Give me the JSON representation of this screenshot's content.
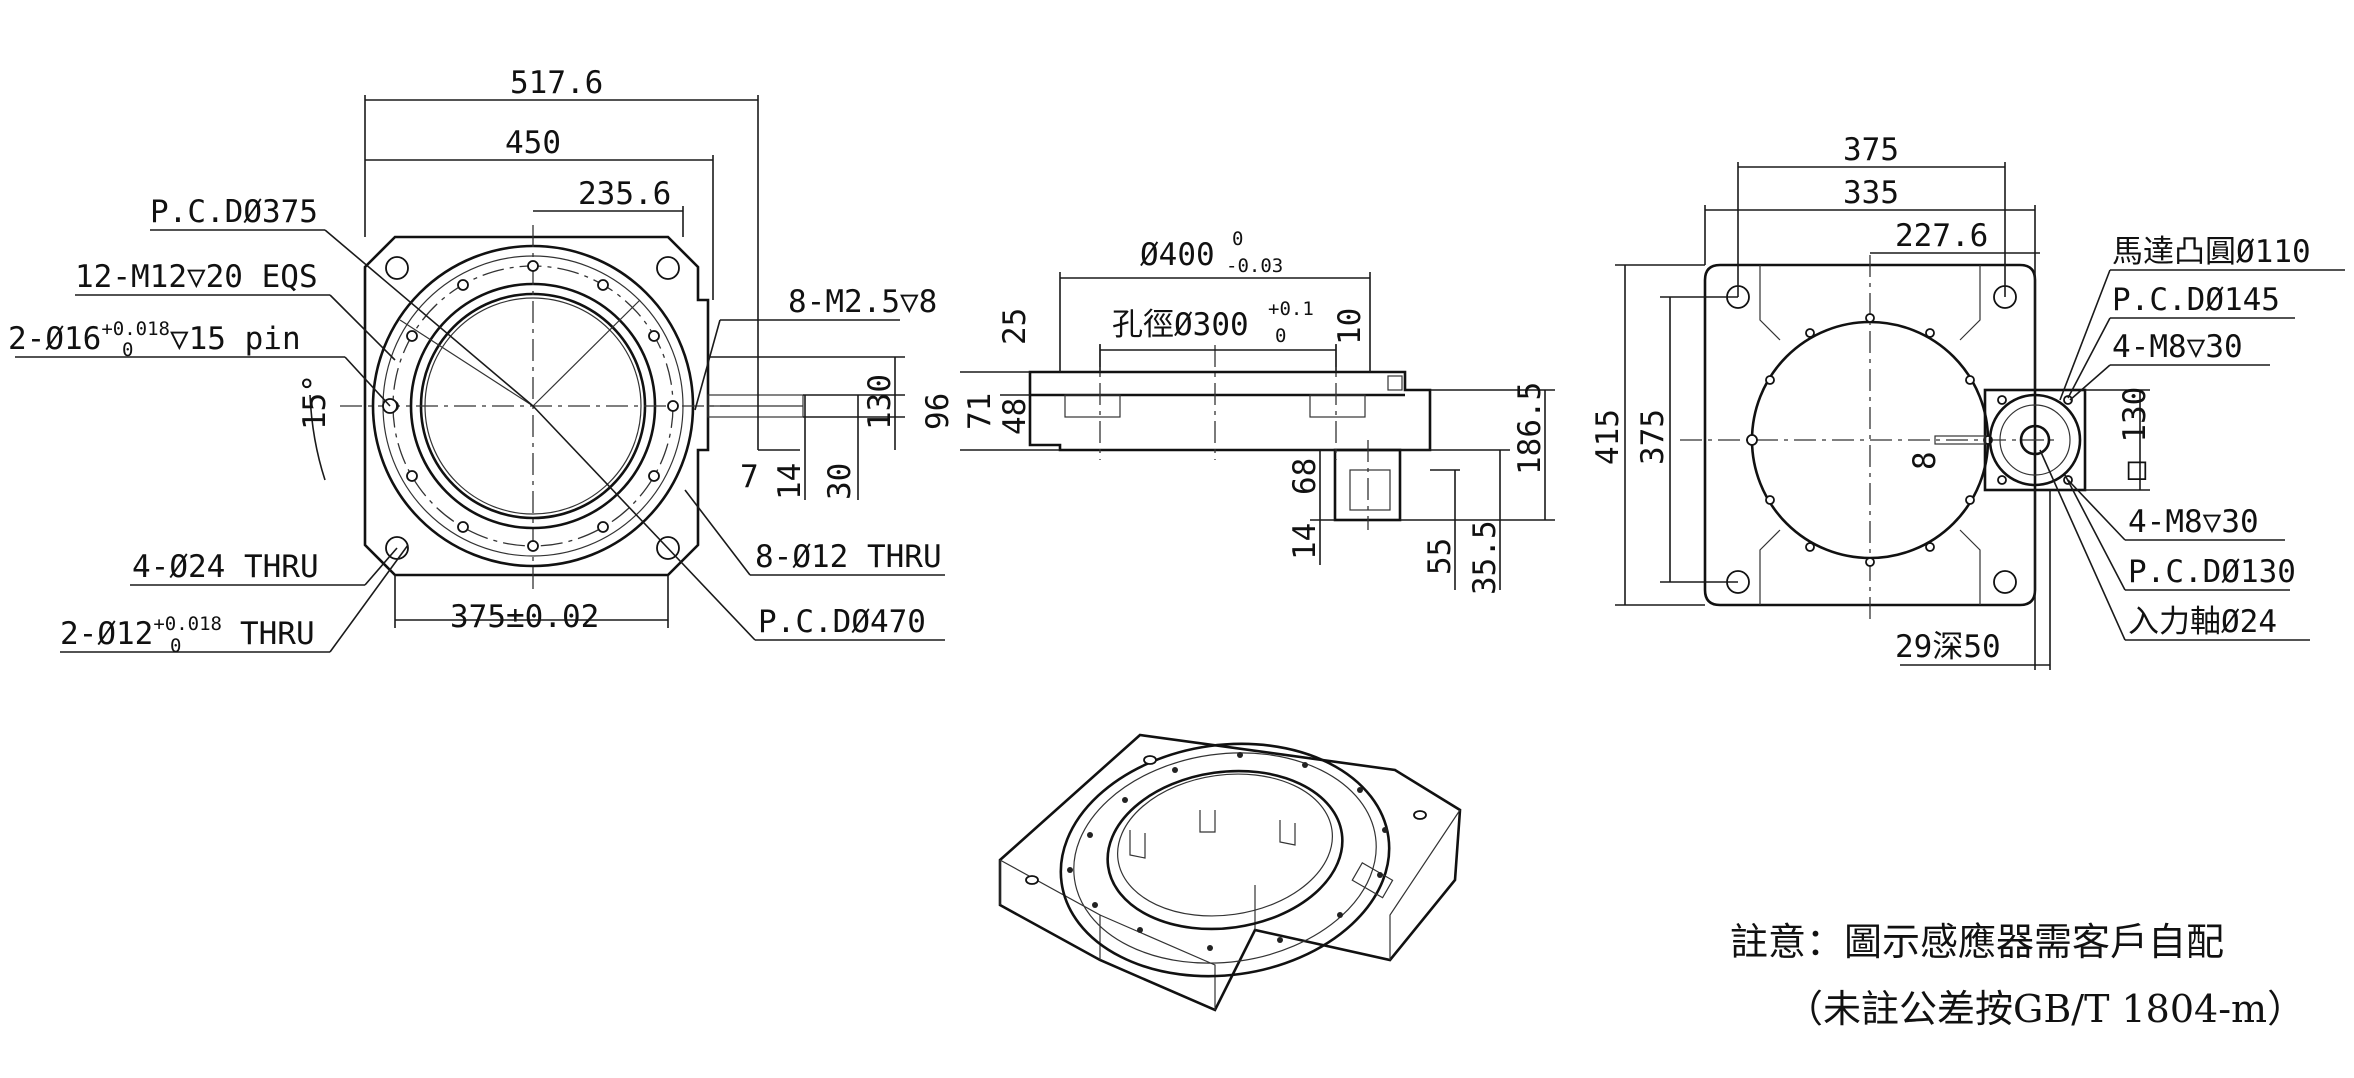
{
  "front_view": {
    "dims": {
      "d517": "517.6",
      "d450": "450",
      "d235": "235.6",
      "pcd375": "P.C.DØ375",
      "m12": "12-M12▽20 EQS",
      "pin16_a": "2-Ø16",
      "pin16_tol": "+0.018",
      "pin16_tol0": "0",
      "pin16_b": "▽15 pin",
      "angle15": "15°",
      "thru24": "4-Ø24 THRU",
      "pin12_a": "2-Ø12",
      "pin12_tol": "+0.018",
      "pin12_tol0": "0",
      "pin12_b": "THRU",
      "d375tol": "375±0.02",
      "m25": "8-M2.5▽8",
      "d130": "130",
      "d7": "7",
      "d14": "14",
      "d30": "30",
      "thru12": "8-Ø12 THRU",
      "pcd470": "P.C.DØ470"
    }
  },
  "side_view": {
    "dims": {
      "d400": "Ø400",
      "d400_up": "0",
      "d400_lo": "-0.03",
      "hole300": "孔徑Ø300",
      "hole300_up": "+0.1",
      "hole300_lo": "0",
      "d25": "25",
      "d10": "10",
      "d96": "96",
      "d71": "71",
      "d48": "48",
      "d68": "68",
      "d14": "14",
      "d186": "186.5",
      "d55": "55",
      "d35": "35.5"
    }
  },
  "top_view": {
    "dims": {
      "d375": "375",
      "d335": "335",
      "d227": "227.6",
      "d415": "415",
      "d375v": "375",
      "d8": "8",
      "motor110": "馬達凸圓Ø110",
      "pcd145": "P.C.DØ145",
      "m8a": "4-M8▽30",
      "sq130": "□ 130",
      "m8b": "4-M8▽30",
      "pcd130": "P.C.DØ130",
      "shaft24": "入力軸Ø24",
      "depth": "29深50"
    }
  },
  "notes": {
    "line1": "註意：圖示感應器需客戶自配",
    "line2": "（未註公差按GB/T 1804-m）"
  }
}
